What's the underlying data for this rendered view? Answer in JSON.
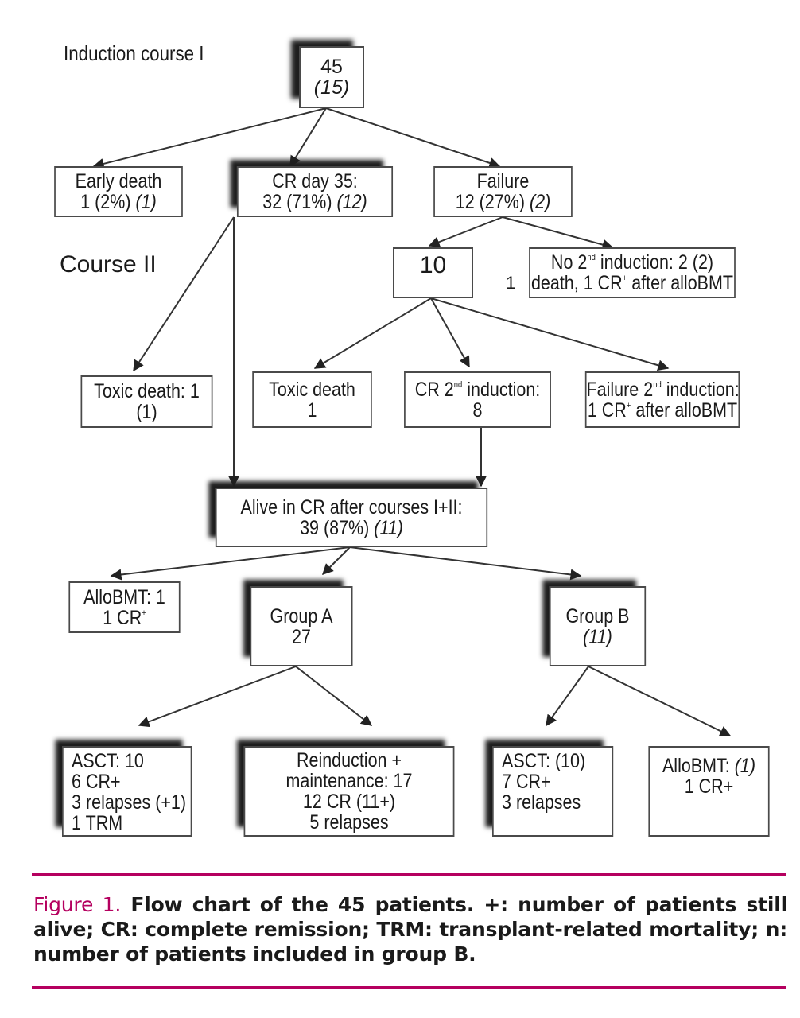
{
  "section_labels": {
    "induction_course": "Induction course I",
    "course_two": "Course II",
    "stray_mark": "1"
  },
  "nodes": {
    "root": {
      "lines": [
        [
          "45"
        ],
        [
          "",
          "(15)"
        ]
      ]
    },
    "early_death": {
      "lines": [
        [
          "Early death"
        ],
        [
          "1 (2%) ",
          "(1)"
        ]
      ]
    },
    "cr_day35": {
      "lines": [
        [
          "CR day 35:"
        ],
        [
          "32 (71%) ",
          "(12)"
        ]
      ]
    },
    "failure": {
      "lines": [
        [
          "Failure"
        ],
        [
          "12 (27%) ",
          "(2)"
        ]
      ]
    },
    "ten": {
      "lines": [
        [
          "10"
        ]
      ]
    },
    "no_second_induction": {
      "line1_pre": "No 2",
      "line1_sup": "nd",
      "line1_post": " induction: 2 (2)",
      "line2_pre": "death, 1 CR",
      "line2_sup": "+",
      "line2_post": " after alloBMT"
    },
    "toxic_death_course2_left": {
      "lines": [
        [
          "Toxic death: 1"
        ],
        [
          "(1)"
        ]
      ]
    },
    "toxic_death_course2": {
      "lines": [
        [
          "Toxic death"
        ],
        [
          "1"
        ]
      ]
    },
    "cr_second_induction": {
      "line1_pre": "CR 2",
      "line1_sup": "nd",
      "line1_post": " induction:",
      "line2": "8"
    },
    "failure_second_induction": {
      "line1_pre": "Failure 2",
      "line1_sup": "nd",
      "line1_post": " induction:",
      "line2_pre": "1 CR",
      "line2_sup": "+",
      "line2_post": " after alloBMT"
    },
    "alive_in_cr": {
      "lines": [
        [
          "Alive in CR after courses I+II:"
        ],
        [
          "39 (87%) ",
          "(11)"
        ]
      ]
    },
    "allobmt_one": {
      "line1": "AlloBMT: 1",
      "line2_pre": "1 CR",
      "line2_sup": "+"
    },
    "group_a": {
      "lines": [
        [
          "Group A"
        ],
        [
          "27"
        ]
      ]
    },
    "group_b": {
      "lines": [
        [
          "Group B"
        ],
        [
          "",
          "(11)"
        ]
      ]
    },
    "asct_group_a": {
      "lines": [
        [
          "ASCT: 10"
        ],
        [
          "6 CR+"
        ],
        [
          "3 relapses (+1)"
        ],
        [
          "1 TRM"
        ]
      ]
    },
    "reinduction": {
      "lines": [
        [
          "Reinduction +"
        ],
        [
          "maintenance: 17"
        ],
        [
          "12 CR (11+)"
        ],
        [
          "5 relapses"
        ]
      ]
    },
    "asct_group_b": {
      "lines": [
        [
          "ASCT: (10)"
        ],
        [
          "7 CR+"
        ],
        [
          "3 relapses"
        ]
      ]
    },
    "allobmt_group_b": {
      "lines": [
        [
          "AlloBMT: ",
          "(1)"
        ],
        [
          "1 CR+"
        ]
      ]
    }
  },
  "caption": {
    "figure_label": "Figure 1.",
    "text": "Flow chart of the 45 patients. +: number of patients still alive; CR: complete  remission; TRM: transplant-related  mortality; n: number of patients included in group B."
  },
  "colors": {
    "accent": "#b5005f",
    "box_border": "#4a4a4a",
    "arrow": "#333333"
  },
  "edges": [
    {
      "from": "root",
      "to": "early_death"
    },
    {
      "from": "root",
      "to": "cr_day35"
    },
    {
      "from": "root",
      "to": "failure"
    },
    {
      "from": "cr_day35",
      "to": "toxic_death_course2_left"
    },
    {
      "from": "cr_day35",
      "to": "alive_in_cr"
    },
    {
      "from": "failure",
      "to": "ten"
    },
    {
      "from": "failure",
      "to": "no_second_induction"
    },
    {
      "from": "ten",
      "to": "toxic_death_course2"
    },
    {
      "from": "ten",
      "to": "cr_second_induction"
    },
    {
      "from": "ten",
      "to": "failure_second_induction"
    },
    {
      "from": "cr_second_induction",
      "to": "alive_in_cr"
    },
    {
      "from": "alive_in_cr",
      "to": "allobmt_one"
    },
    {
      "from": "alive_in_cr",
      "to": "group_a"
    },
    {
      "from": "alive_in_cr",
      "to": "group_b"
    },
    {
      "from": "group_a",
      "to": "asct_group_a"
    },
    {
      "from": "group_a",
      "to": "reinduction"
    },
    {
      "from": "group_b",
      "to": "asct_group_b"
    },
    {
      "from": "group_b",
      "to": "allobmt_group_b"
    }
  ]
}
